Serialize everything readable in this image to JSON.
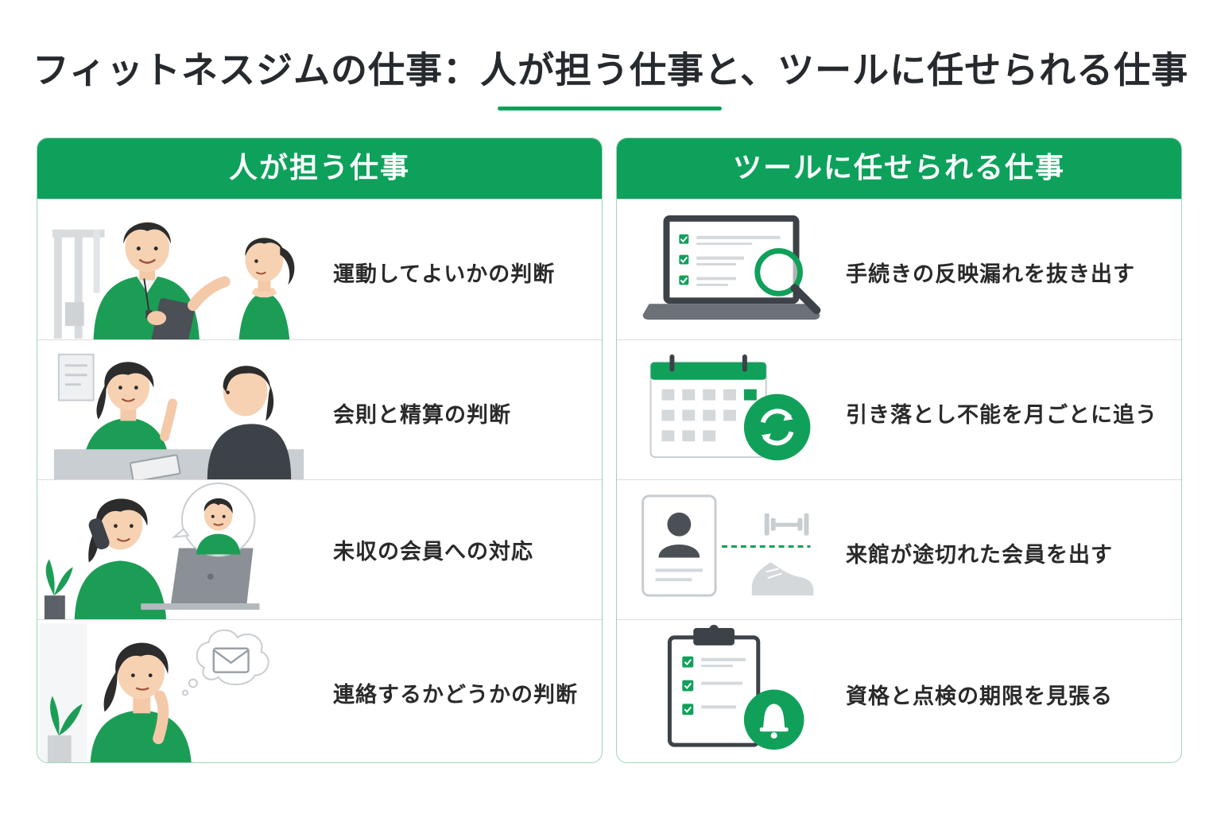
{
  "title": "フィットネスジムの仕事：人が担う仕事と、ツールに任せられる仕事",
  "colors": {
    "accent": "#0ea15c",
    "border": "#9fd6b6",
    "dark": "#3c4247"
  },
  "left_panel": {
    "header": "人が担う仕事",
    "items": [
      {
        "label": "運動してよいかの判断",
        "icon": "trainer-consulting-member-illustration"
      },
      {
        "label": "会則と精算の判断",
        "icon": "front-desk-staff-explaining-illustration"
      },
      {
        "label": "未収の会員への対応",
        "icon": "staff-on-phone-with-member-illustration"
      },
      {
        "label": "連絡するかどうかの判断",
        "icon": "staff-thinking-about-message-illustration"
      }
    ]
  },
  "right_panel": {
    "header": "ツールに任せられる仕事",
    "items": [
      {
        "label": "手続きの反映漏れを抜き出す",
        "icon": "laptop-checklist-search-icon"
      },
      {
        "label": "引き落とし不能を月ごとに追う",
        "icon": "calendar-recurring-icon"
      },
      {
        "label": "来館が途切れた会員を出す",
        "icon": "member-card-attendance-icon"
      },
      {
        "label": "資格と点検の期限を見張る",
        "icon": "clipboard-alarm-icon"
      }
    ]
  }
}
